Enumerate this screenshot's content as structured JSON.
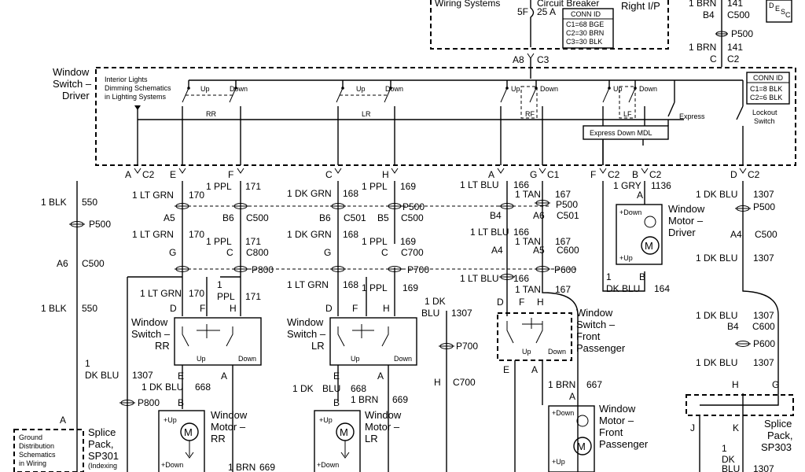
{
  "top": {
    "wiring_systems": "Wiring Systems",
    "circuit_breaker": "Circuit Breaker",
    "cb_pin": "5F",
    "cb_rating": "25 A",
    "conn_id_title": "CONN ID",
    "conn_id_lines": [
      "C1=68 BGE",
      "C2=30 BRN",
      "C3=30 BLK"
    ],
    "right_ip": "Right I/P",
    "a8": "A8",
    "c3": "C3",
    "brn_wire": "1 BRN",
    "brn_circuit": "141",
    "b4": "B4",
    "c500_top": "C500",
    "p500_top": "P500",
    "brn_wire2": "1 BRN",
    "brn_circuit2": "141",
    "c_pin": "C",
    "c2_pin": "C2",
    "desc_badge": "D E S C"
  },
  "driver_switch": {
    "title_lines": [
      "Window",
      "Switch –",
      "Driver"
    ],
    "interior_lines": [
      "Interior Lights",
      "Dimming Schematics",
      "in Lighting Systems"
    ],
    "up": "Up",
    "down": "Down",
    "rr": "RR",
    "lr": "LR",
    "rf": "RF",
    "lf": "LF",
    "express": "Express",
    "lockout": [
      "Lockout",
      "Switch"
    ],
    "express_mdl": "Express Down MDL",
    "conn_id_title": "CONN ID",
    "conn_id_lines": [
      "C1=8 BLK",
      "C2=6 BLK"
    ]
  },
  "pins_row": [
    {
      "pin": "A",
      "conn": "C2"
    },
    {
      "pin": "E",
      "conn": ""
    },
    {
      "pin": "F",
      "conn": ""
    },
    {
      "pin": "C",
      "conn": ""
    },
    {
      "pin": "H",
      "conn": ""
    },
    {
      "pin": "A",
      "conn": ""
    },
    {
      "pin": "G",
      "conn": "C1"
    },
    {
      "pin": "F",
      "conn": "C2"
    },
    {
      "pin": "B",
      "conn": "C2"
    },
    {
      "pin": "D",
      "conn": "C2"
    }
  ],
  "wires": {
    "blk550": [
      "1 BLK",
      "550"
    ],
    "p500": "P500",
    "a6": "A6",
    "c500": "C500",
    "blk550b": [
      "1 BLK",
      "550"
    ],
    "ltgrn170": [
      "1 LT GRN",
      "170"
    ],
    "ppl171": [
      "1 PPL",
      "171"
    ],
    "dkgrn168": [
      "1 DK GRN",
      "168"
    ],
    "ppl169": [
      "1 PPL",
      "169"
    ],
    "ltblu166": [
      "1 LT BLU",
      "166"
    ],
    "tan167": [
      "1 TAN",
      "167"
    ],
    "gry1136": [
      "1 GRY",
      "1136"
    ],
    "dkblu1307": [
      "1 DK BLU",
      "1307"
    ],
    "a5": "A5",
    "b6": "B6",
    "c500b": "C500",
    "b6b": "B6",
    "c501": "C501",
    "b5": "B5",
    "c500c": "C500",
    "p500b": "P500",
    "b4": "B4",
    "a6b": "A6",
    "c501b": "C501",
    "p500c": "P500",
    "g": "G",
    "c": "C",
    "c800": "C800",
    "g2": "G",
    "c2": "C",
    "c700": "C700",
    "a4": "A4",
    "a5b": "A5",
    "c600": "C600",
    "p800": "P800",
    "p700": "P700",
    "p600": "P600",
    "a4b": "A4",
    "c500d": "C500",
    "ltgrn170b": [
      "1 LT GRN",
      "170"
    ],
    "ppl171b": [
      "1",
      "PPL",
      "171"
    ],
    "ltgrn168": [
      "1 LT GRN",
      "168"
    ],
    "ppl169b": [
      "1 PPL",
      "169"
    ],
    "dkblu1307b": [
      "1 DK",
      "BLU",
      "1307"
    ],
    "ltblu166b": [
      "1 LT BLU",
      "166"
    ],
    "tan167b": [
      "1 TAN",
      "167"
    ],
    "dkblu164": [
      "1",
      "DK BLU",
      "164"
    ],
    "dkblu1307c": [
      "1 DK BLU",
      "1307"
    ],
    "b4c": "B4",
    "c600b": "C600",
    "p600b": "P600",
    "dkblu1307d": [
      "1 DK BLU",
      "1307"
    ],
    "p700b": "P700",
    "h": "H",
    "c700b": "C700",
    "dkblu1307e": [
      "1",
      "DK BLU",
      "1307"
    ],
    "dkblu668": [
      "1 DK BLU",
      "668"
    ],
    "dkblu668b": [
      "1 DK",
      "BLU",
      "668"
    ],
    "brn669": [
      "1 BRN",
      "669"
    ],
    "brn669b": [
      "1 BRN",
      "669"
    ],
    "brn667": [
      "1 BRN",
      "667"
    ],
    "p800b": "P800",
    "dkblu1307f": [
      "1",
      "DK",
      "BLU",
      "1307"
    ]
  },
  "components": {
    "ws_rr": [
      "Window",
      "Switch –",
      "RR"
    ],
    "ws_lr": [
      "Window",
      "Switch –",
      "LR"
    ],
    "ws_fp": [
      "Window",
      "Switch –",
      "Front",
      "Passenger"
    ],
    "wm_rr": [
      "Window",
      "Motor –",
      "RR"
    ],
    "wm_lr": [
      "Window",
      "Motor –",
      "LR"
    ],
    "wm_fp": [
      "Window",
      "Motor –",
      "Front",
      "Passenger"
    ],
    "wm_drv": [
      "Window",
      "Motor –",
      "Driver"
    ],
    "up": "Up",
    "down": "Down",
    "plus_up": "+Up",
    "plus_down": "+Down",
    "sp301": [
      "Splice",
      "Pack,",
      "SP301",
      "(Indexing"
    ],
    "sp303": [
      "Splice",
      "Pack,",
      "SP303"
    ],
    "ground_dist": [
      "Ground",
      "Distribution",
      "Schematics",
      "in Wiring"
    ],
    "pins": {
      "D": "D",
      "F": "F",
      "H": "H",
      "E": "E",
      "A": "A",
      "B": "B",
      "J": "J",
      "K": "K",
      "G": "G"
    }
  }
}
